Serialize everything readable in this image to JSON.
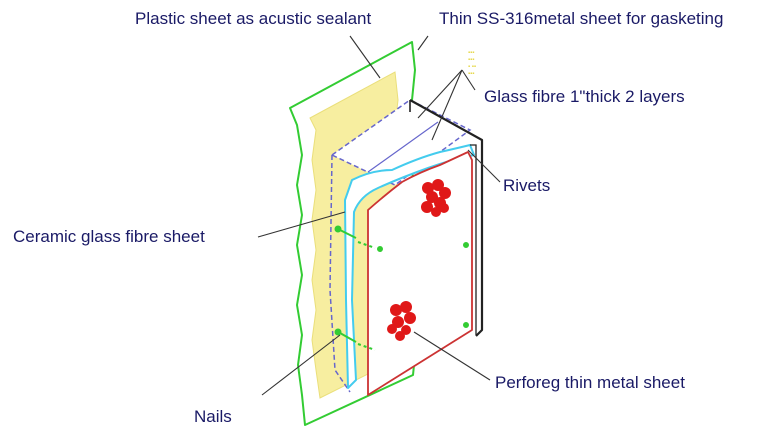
{
  "labels": {
    "plastic_sheet": "Plastic sheet as acustic sealant",
    "thin_ss_sheet": "Thin  SS-316metal sheet for gasketing",
    "glass_fibre": "Glass fibre 1\"thick 2 layers",
    "rivets": "Rivets",
    "ceramic_sheet": "Ceramic glass fibre sheet",
    "perforated_sheet": "Perforeg thin metal sheet",
    "nails": "Nails"
  },
  "colors": {
    "label_text": "#1a1a66",
    "leader_line": "#333333",
    "plastic_outline": "#33cc33",
    "plastic_fill": "#f7eea0",
    "glass_fibre_line": "#6666cc",
    "ceramic_line": "#44ccee",
    "perforated_outline": "#cc3333",
    "metal_edge": "#222222",
    "rivet": "#e01818",
    "nail": "#33cc33"
  }
}
